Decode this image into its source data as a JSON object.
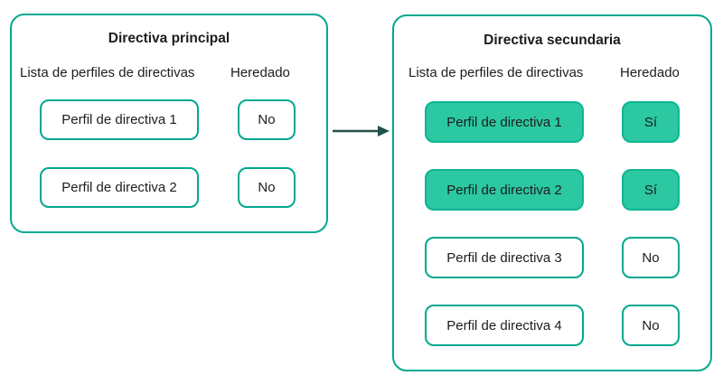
{
  "diagram": {
    "left_panel": {
      "title": "Directiva principal",
      "profiles_header": "Lista de perfiles de directivas",
      "inherited_header": "Heredado",
      "rows": [
        {
          "profile": "Perfil de directiva 1",
          "inherited": "No",
          "highlighted": false
        },
        {
          "profile": "Perfil de directiva 2",
          "inherited": "No",
          "highlighted": false
        }
      ]
    },
    "right_panel": {
      "title": "Directiva secundaria",
      "profiles_header": "Lista de perfiles de directivas",
      "inherited_header": "Heredado",
      "rows": [
        {
          "profile": "Perfil de directiva 1",
          "inherited": "Sí",
          "highlighted": true
        },
        {
          "profile": "Perfil de directiva 2",
          "inherited": "Sí",
          "highlighted": true
        },
        {
          "profile": "Perfil de directiva 3",
          "inherited": "No",
          "highlighted": false
        },
        {
          "profile": "Perfil de directiva 4",
          "inherited": "No",
          "highlighted": false
        }
      ]
    },
    "colors": {
      "panel_border": "#00A88E",
      "highlight_fill": "#2BC8A2",
      "highlight_border": "#0FB593",
      "arrow": "#23504C",
      "text": "#1D1D1B"
    }
  }
}
